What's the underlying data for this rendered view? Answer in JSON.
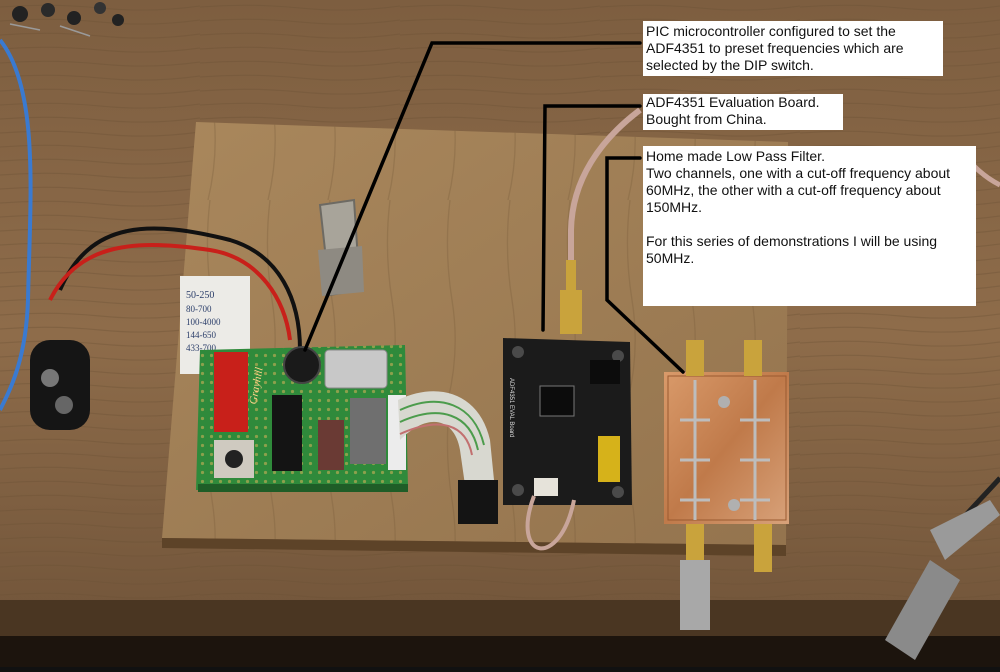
{
  "annotations": {
    "pic": {
      "text": "PIC microcontroller configured to set the ADF4351 to preset frequencies which are selected by the DIP switch."
    },
    "adf": {
      "line1": "ADF4351 Evaluation Board.",
      "line2": "Bought from China."
    },
    "filter": {
      "line1": "Home made Low Pass Filter.",
      "line2": "Two channels, one with a cut-off frequency about 60MHz, the other with a cut-off frequency about 150MHz.",
      "line3": "For this series of demonstrations I will be using 50MHz."
    }
  },
  "photo": {
    "handwritten_card": "50-250  80-700  100-4000  144-650  433-700",
    "board_labels": "ADF4351 EVAL Board",
    "dip_switch_label": "Grayhill"
  },
  "colors": {
    "bench": "#8a6a48",
    "plywood": "#a68358",
    "pcb_green": "#2e8b3a",
    "eval_board": "#1a1a1a",
    "copper": "#c98a5a",
    "leader_line": "#000000"
  }
}
